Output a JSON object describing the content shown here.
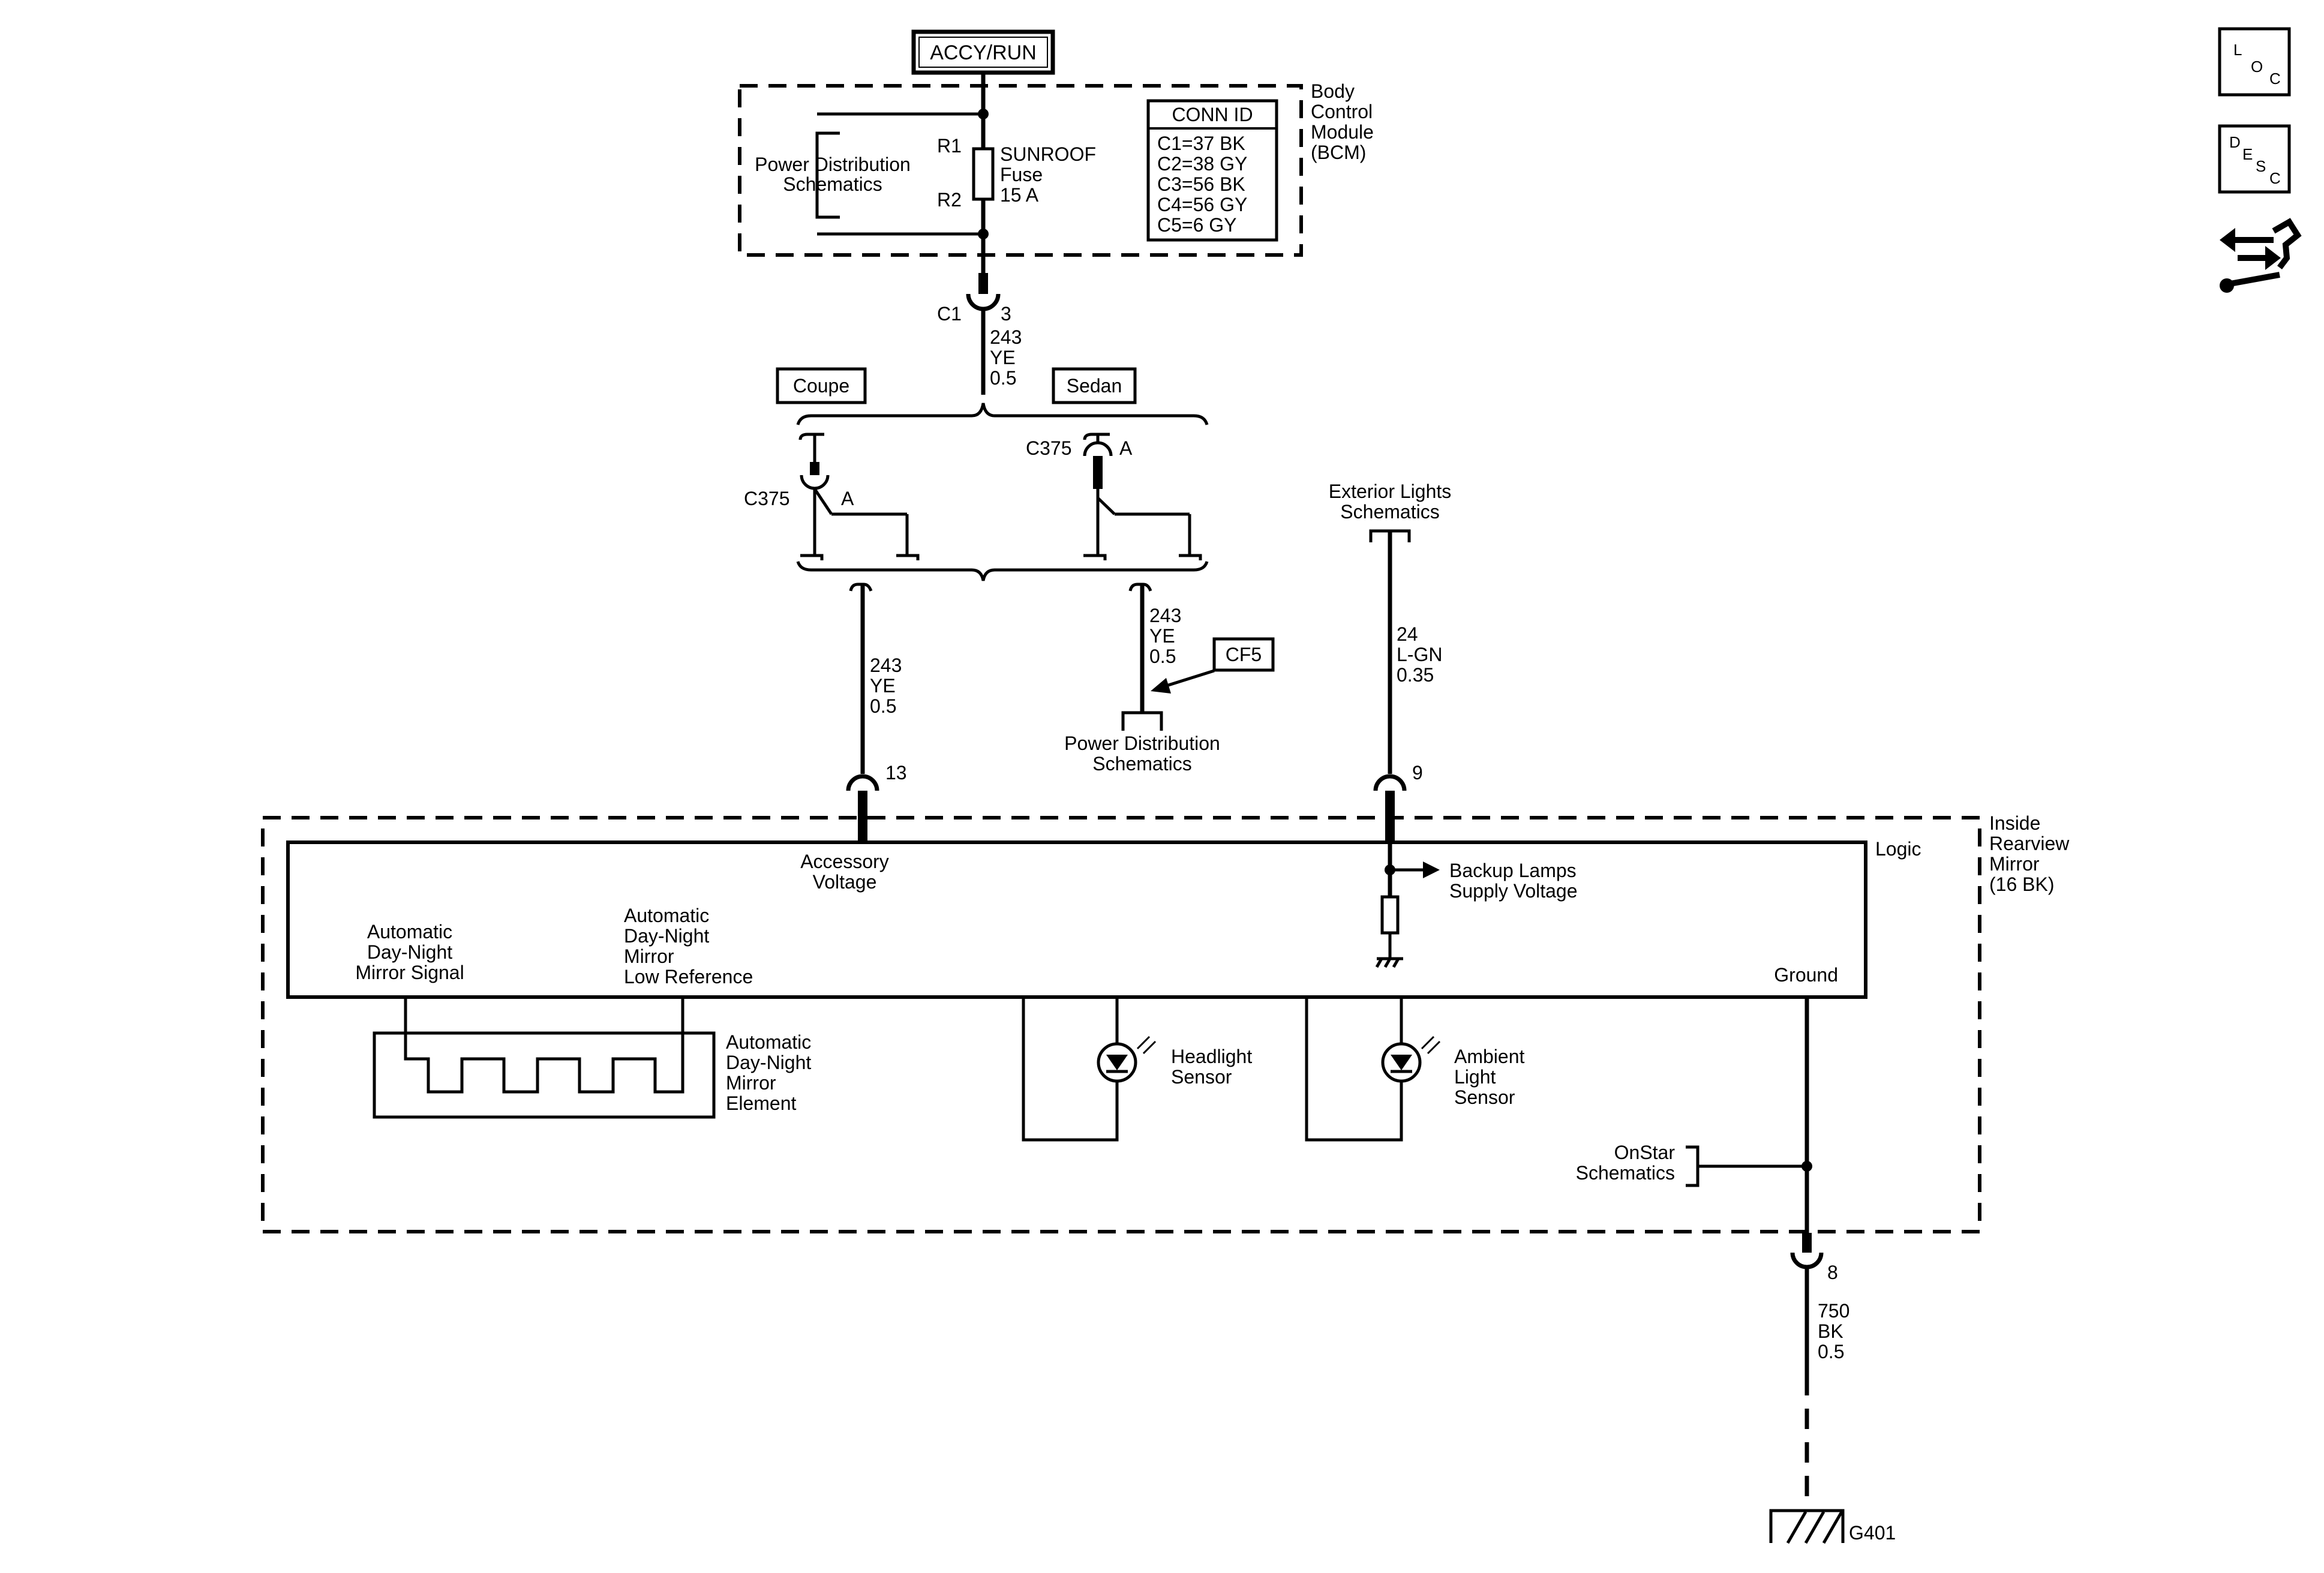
{
  "power": {
    "source": "ACCY/RUN"
  },
  "bcm": {
    "name": [
      "Body",
      "Control",
      "Module",
      "(BCM)"
    ],
    "power_dist": [
      "Power Distribution",
      "Schematics"
    ],
    "r1": "R1",
    "r2": "R2",
    "fuse": [
      "SUNROOF",
      "Fuse",
      "15 A"
    ],
    "conn_id": {
      "header": "CONN ID",
      "rows": [
        "C1=37 BK",
        "C2=38 GY",
        "C3=56 BK",
        "C4=56 GY",
        "C5=6 GY"
      ]
    },
    "connector": "C1",
    "pin": "3"
  },
  "wires": {
    "w243_top": [
      "243",
      "YE",
      "0.5"
    ],
    "w243_left": [
      "243",
      "YE",
      "0.5"
    ],
    "w243_right": [
      "243",
      "YE",
      "0.5"
    ],
    "w24": [
      "24",
      "L-GN",
      "0.35"
    ],
    "w750": [
      "750",
      "BK",
      "0.5"
    ]
  },
  "variants": {
    "coupe": "Coupe",
    "sedan": "Sedan"
  },
  "c375": {
    "left_label": "C375",
    "left_pin": "A",
    "right_label": "C375",
    "right_pin": "A"
  },
  "cf5": "CF5",
  "power_dist_lower": [
    "Power Distribution",
    "Schematics"
  ],
  "exterior_lights": [
    "Exterior Lights",
    "Schematics"
  ],
  "mirror": {
    "name": [
      "Inside",
      "Rearview",
      "Mirror",
      "(16 BK)"
    ],
    "logic": "Logic",
    "pin13": "13",
    "pin9": "9",
    "pin8": "8",
    "accessory_voltage": [
      "Accessory",
      "Voltage"
    ],
    "backup_lamps": [
      "Backup Lamps",
      "Supply Voltage"
    ],
    "ground": "Ground",
    "signal": [
      "Automatic",
      "Day-Night",
      "Mirror Signal"
    ],
    "low_ref": [
      "Automatic",
      "Day-Night",
      "Mirror",
      "Low Reference"
    ],
    "element": [
      "Automatic",
      "Day-Night",
      "Mirror",
      "Element"
    ],
    "headlight_sensor": [
      "Headlight",
      "Sensor"
    ],
    "ambient_sensor": [
      "Ambient",
      "Light",
      "Sensor"
    ],
    "onstar": [
      "OnStar",
      "Schematics"
    ]
  },
  "ground_id": "G401",
  "nav": {
    "loc_letters": [
      "L",
      "O",
      "C"
    ],
    "desc_letters": [
      "D",
      "E",
      "S",
      "C"
    ],
    "icons": [
      "location-icon",
      "description-icon",
      "tools-icon"
    ]
  }
}
